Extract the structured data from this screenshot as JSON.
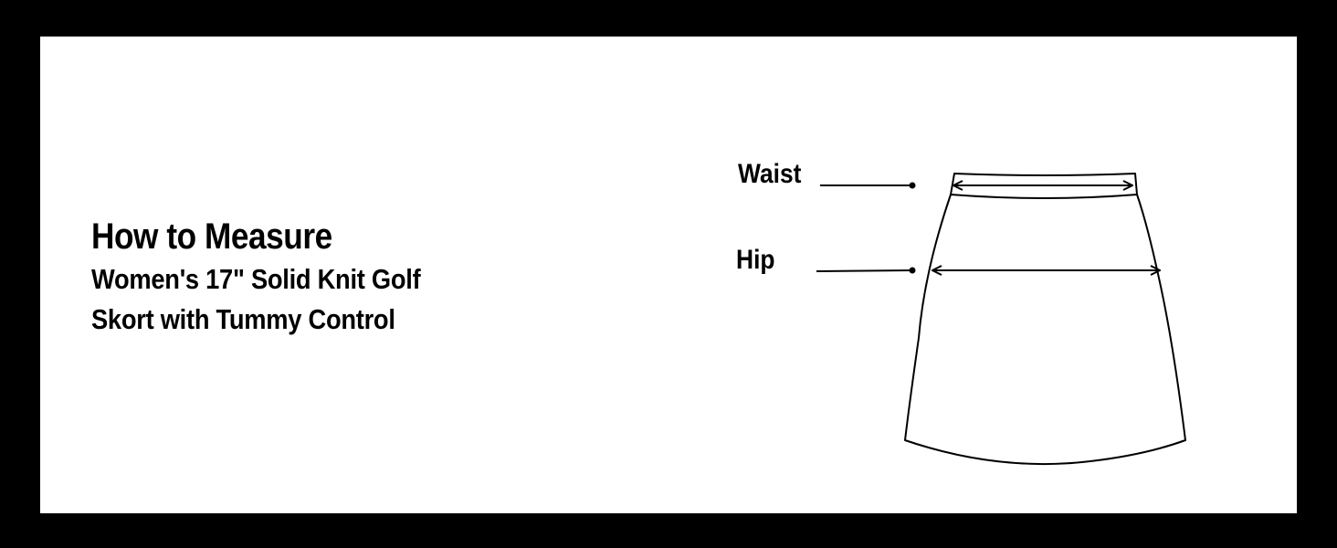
{
  "heading": {
    "title": "How to Measure",
    "subtitle_line1": "Women's 17\" Solid Knit Golf",
    "subtitle_line2": "Skort with Tummy Control"
  },
  "measurements": {
    "waist_label": "Waist",
    "hip_label": "Hip"
  },
  "colors": {
    "frame": "#000000",
    "panel": "#ffffff",
    "ink": "#000000"
  },
  "icons": {
    "garment": "skort-outline-icon",
    "waist_arrow": "double-arrow-icon",
    "hip_arrow": "double-arrow-icon"
  }
}
